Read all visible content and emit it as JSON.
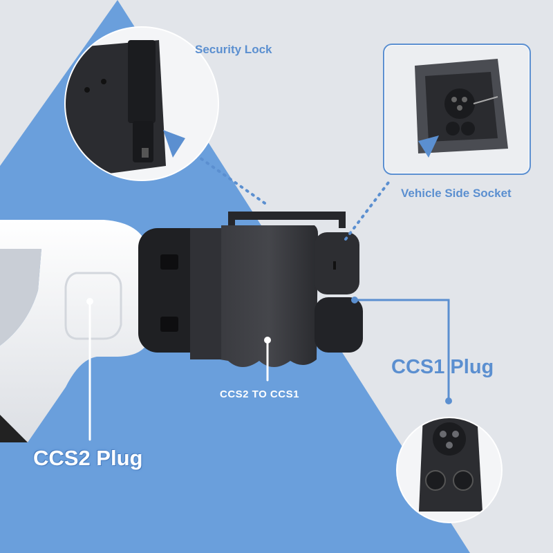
{
  "callouts": {
    "security_lock": "Security Lock",
    "vehicle_socket": "Vehicle Side Socket",
    "adapter": "CCS2 TO CCS1",
    "ccs1_plug": "CCS1 Plug",
    "ccs2_plug": "CCS2 Plug"
  },
  "colors": {
    "accent_blue": "#6a9fdc",
    "label_blue": "#5b8fd0",
    "adapter_black": "#2e2f33",
    "plug_white": "#f3f4f6"
  }
}
